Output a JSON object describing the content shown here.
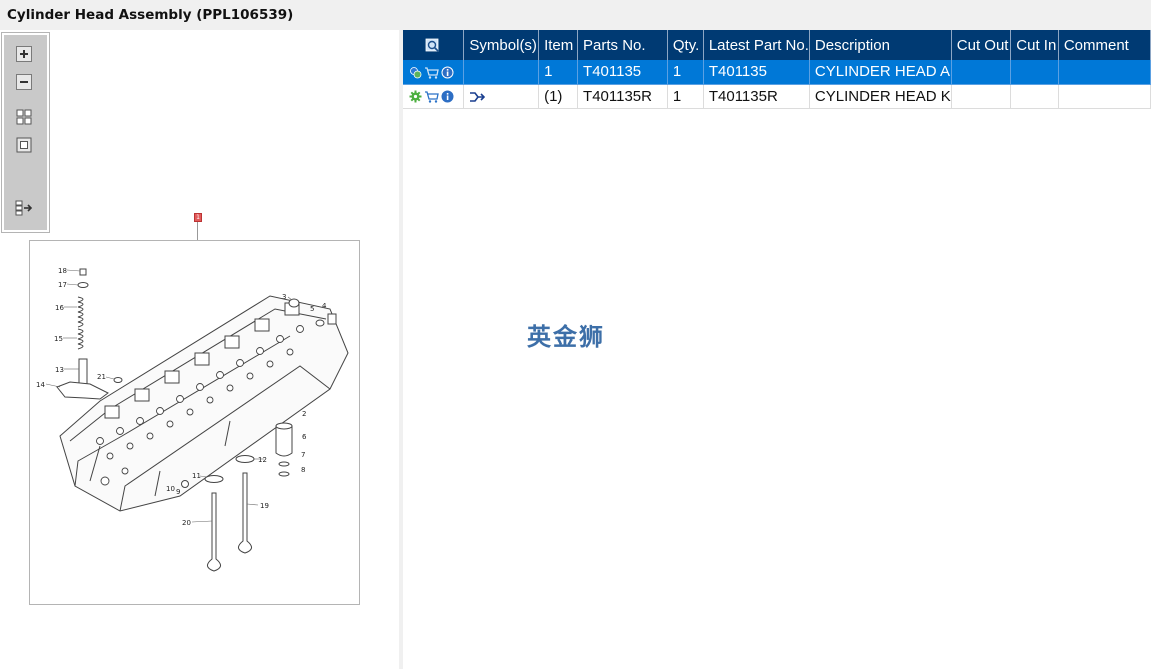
{
  "window": {
    "title": "Cylinder Head Assembly (PPL106539)"
  },
  "toolbar": {
    "buttons": [
      {
        "name": "zoom-in-button",
        "icon": "zoom-in-icon"
      },
      {
        "name": "zoom-out-button",
        "icon": "zoom-out-icon"
      },
      {
        "name": "fit-page-button",
        "icon": "fit-page-icon"
      },
      {
        "name": "actual-size-button",
        "icon": "actual-size-icon"
      },
      {
        "name": "export-list-button",
        "icon": "export-list-icon"
      }
    ]
  },
  "diagram": {
    "callout_marker": "1",
    "part_labels": [
      "1",
      "2",
      "3",
      "4",
      "5",
      "6",
      "7",
      "8",
      "9",
      "10",
      "11",
      "12",
      "13",
      "14",
      "15",
      "16",
      "17",
      "18",
      "19",
      "20",
      "21"
    ]
  },
  "table": {
    "columns": [
      "",
      "Symbol(s)",
      "Item",
      "Parts No.",
      "Qty.",
      "Latest Part No.",
      "Description",
      "Cut Out",
      "Cut In",
      "Comment"
    ],
    "rows": [
      {
        "item": "1",
        "parts_no": "T401135",
        "qty": "1",
        "latest_part_no": "T401135",
        "description": "CYLINDER HEAD A",
        "cut_out": "",
        "cut_in": "",
        "comment": "",
        "selected": true,
        "symbol": ""
      },
      {
        "item": "(1)",
        "parts_no": "T401135R",
        "qty": "1",
        "latest_part_no": "T401135R",
        "description": "CYLINDER HEAD K",
        "cut_out": "",
        "cut_in": "",
        "comment": "",
        "selected": false,
        "symbol": "split-arrow-icon"
      }
    ]
  },
  "watermark": "英金狮",
  "colors": {
    "header": "#003a73",
    "selection": "#0078d7",
    "watermark": "#3d6fa8"
  }
}
